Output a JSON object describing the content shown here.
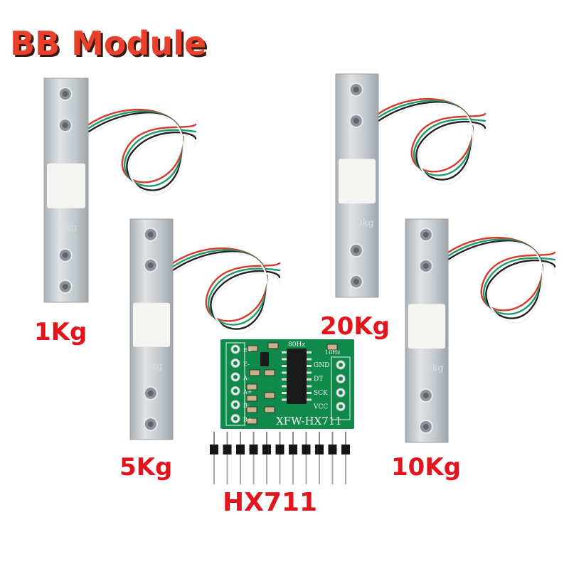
{
  "title": "BB Module",
  "colors": {
    "title": "#e8402a",
    "labels": "#e3141b",
    "pcb": "#0f8a4a",
    "aluminum": "#c9ced2",
    "wires": [
      "#d63a2a",
      "#1f9a6a",
      "#222222",
      "#f4f4f4"
    ]
  },
  "load_cells": [
    {
      "label": "1Kg",
      "engraving": "1kg"
    },
    {
      "label": "5Kg",
      "engraving": "5kg"
    },
    {
      "label": "20Kg",
      "engraving": "20kg"
    },
    {
      "label": "10Kg",
      "engraving": "10kg"
    }
  ],
  "module": {
    "label": "HX711",
    "board_text": "XFW-HX711",
    "rate_high": "80Hz",
    "rate_low": "10Hz",
    "left_pins": [
      "E+",
      "E-",
      "A-",
      "A+",
      "B-",
      "B+"
    ],
    "right_pins": [
      "GND",
      "DT",
      "SCK",
      "VCC"
    ]
  }
}
